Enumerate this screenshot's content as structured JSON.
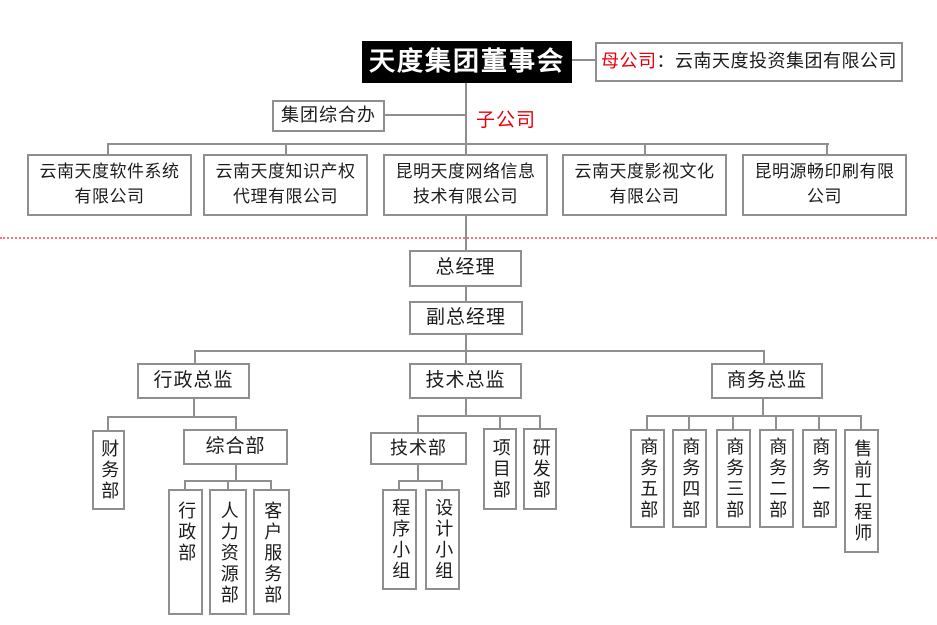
{
  "colors": {
    "accent_red": "#e8000d",
    "divider_red": "#ff7272",
    "line_gray": "#8f8f8f",
    "board_bg": "#000000",
    "board_text": "#ffffff"
  },
  "chart": {
    "board": {
      "label": "天度集团董事会"
    },
    "parent_company": {
      "label_red": "母公司",
      "label_rest": "：云南天度投资集团有限公司"
    },
    "group_office": {
      "label": "集团综合办"
    },
    "subsidiary_tag": {
      "label": "子公司"
    },
    "subsidiaries": [
      {
        "line1": "云南天度软件系统",
        "line2": "有限公司"
      },
      {
        "line1": "云南天度知识产权",
        "line2": "代理有限公司"
      },
      {
        "line1": "昆明天度网络信息",
        "line2": "技术有限公司"
      },
      {
        "line1": "云南天度影视文化",
        "line2": "有限公司"
      },
      {
        "line1": "昆明源畅印刷有限",
        "line2": "公司"
      }
    ],
    "general_manager": {
      "label": "总经理"
    },
    "deputy_general_manager": {
      "label": "副总经理"
    },
    "directors": {
      "admin": {
        "label": "行政总监"
      },
      "tech": {
        "label": "技术总监"
      },
      "business": {
        "label": "商务总监"
      }
    },
    "admin_branch": {
      "finance": {
        "label": "财务部"
      },
      "general": {
        "label": "综合部"
      },
      "general_children": [
        {
          "label": "行政部"
        },
        {
          "label": "人力资源部"
        },
        {
          "label": "客户服务部"
        }
      ]
    },
    "tech_branch": {
      "tech_dept": {
        "label": "技术部"
      },
      "project_dept": {
        "label": "项目部"
      },
      "rnd_dept": {
        "label": "研发部"
      },
      "tech_children": [
        {
          "label": "程序小组"
        },
        {
          "label": "设计小组"
        }
      ]
    },
    "business_branch": {
      "depts": [
        {
          "label": "商务五部"
        },
        {
          "label": "商务四部"
        },
        {
          "label": "商务三部"
        },
        {
          "label": "商务二部"
        },
        {
          "label": "商务一部"
        },
        {
          "label": "售前工程师"
        }
      ]
    }
  }
}
